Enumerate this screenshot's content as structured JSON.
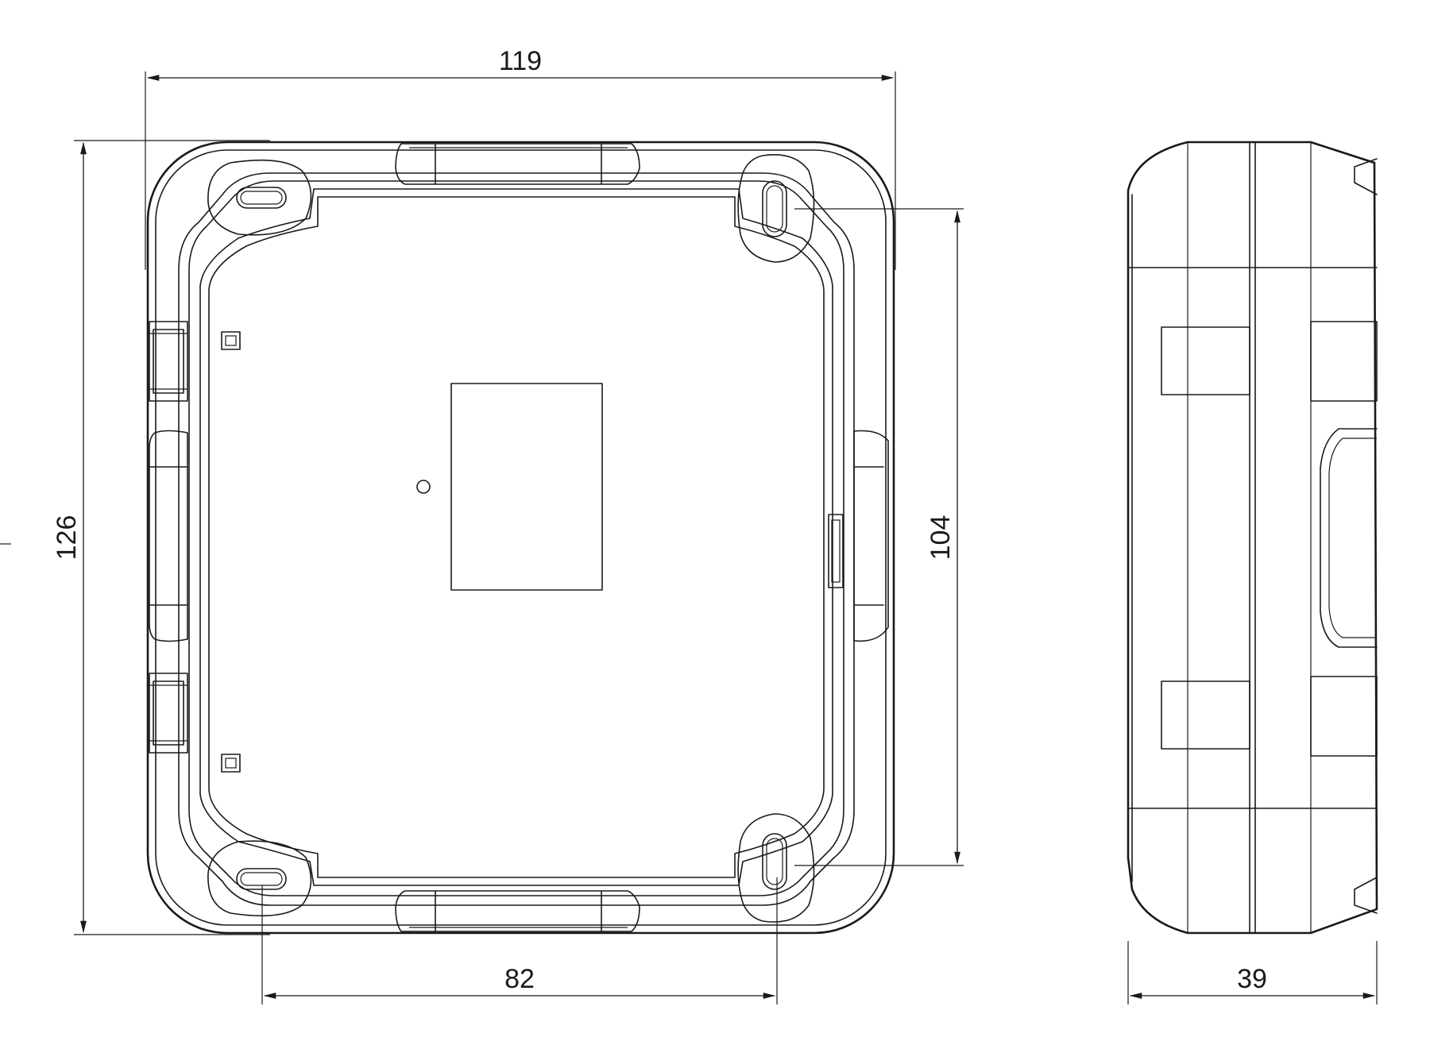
{
  "dimensions": {
    "width": "119",
    "height": "126",
    "hole_vertical": "104",
    "hole_horizontal": "82",
    "depth": "39"
  }
}
